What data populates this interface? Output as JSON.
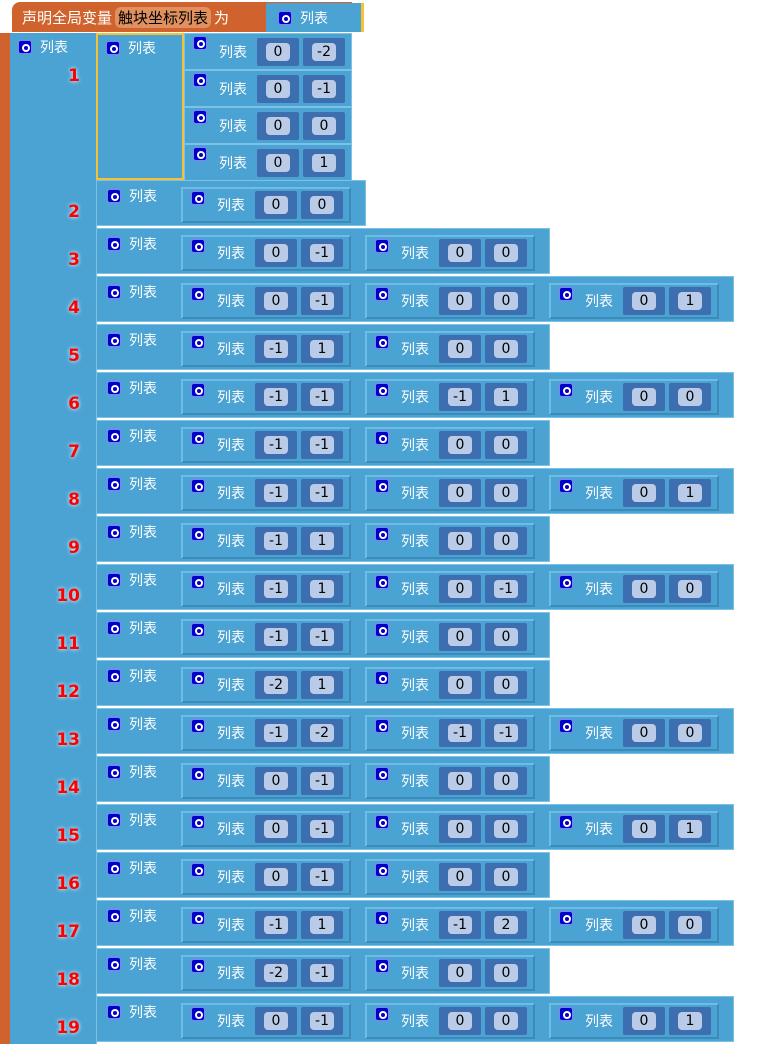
{
  "header": {
    "declare_label": "声明全局变量",
    "var_name": "触块坐标列表",
    "as_label": "为",
    "list_label": "列表"
  },
  "list_label": "列表",
  "row1": {
    "number": "1",
    "pairs": [
      [
        0,
        -2
      ],
      [
        0,
        -1
      ],
      [
        0,
        0
      ],
      [
        0,
        1
      ]
    ]
  },
  "rows": [
    {
      "number": "2",
      "pairs": [
        [
          0,
          0
        ]
      ]
    },
    {
      "number": "3",
      "pairs": [
        [
          0,
          -1
        ],
        [
          0,
          0
        ]
      ]
    },
    {
      "number": "4",
      "pairs": [
        [
          0,
          -1
        ],
        [
          0,
          0
        ],
        [
          0,
          1
        ]
      ]
    },
    {
      "number": "5",
      "pairs": [
        [
          -1,
          1
        ],
        [
          0,
          0
        ]
      ]
    },
    {
      "number": "6",
      "pairs": [
        [
          -1,
          -1
        ],
        [
          -1,
          1
        ],
        [
          0,
          0
        ]
      ]
    },
    {
      "number": "7",
      "pairs": [
        [
          -1,
          -1
        ],
        [
          0,
          0
        ]
      ]
    },
    {
      "number": "8",
      "pairs": [
        [
          -1,
          -1
        ],
        [
          0,
          0
        ],
        [
          0,
          1
        ]
      ]
    },
    {
      "number": "9",
      "pairs": [
        [
          -1,
          1
        ],
        [
          0,
          0
        ]
      ]
    },
    {
      "number": "10",
      "pairs": [
        [
          -1,
          1
        ],
        [
          0,
          -1
        ],
        [
          0,
          0
        ]
      ]
    },
    {
      "number": "11",
      "pairs": [
        [
          -1,
          -1
        ],
        [
          0,
          0
        ]
      ]
    },
    {
      "number": "12",
      "pairs": [
        [
          -2,
          1
        ],
        [
          0,
          0
        ]
      ]
    },
    {
      "number": "13",
      "pairs": [
        [
          -1,
          -2
        ],
        [
          -1,
          -1
        ],
        [
          0,
          0
        ]
      ]
    },
    {
      "number": "14",
      "pairs": [
        [
          0,
          -1
        ],
        [
          0,
          0
        ]
      ]
    },
    {
      "number": "15",
      "pairs": [
        [
          0,
          -1
        ],
        [
          0,
          0
        ],
        [
          0,
          1
        ]
      ]
    },
    {
      "number": "16",
      "pairs": [
        [
          0,
          -1
        ],
        [
          0,
          0
        ]
      ]
    },
    {
      "number": "17",
      "pairs": [
        [
          -1,
          1
        ],
        [
          -1,
          2
        ],
        [
          0,
          0
        ]
      ]
    },
    {
      "number": "18",
      "pairs": [
        [
          -2,
          -1
        ],
        [
          0,
          0
        ]
      ]
    },
    {
      "number": "19",
      "pairs": [
        [
          0,
          -1
        ],
        [
          0,
          0
        ],
        [
          0,
          1
        ]
      ]
    }
  ]
}
